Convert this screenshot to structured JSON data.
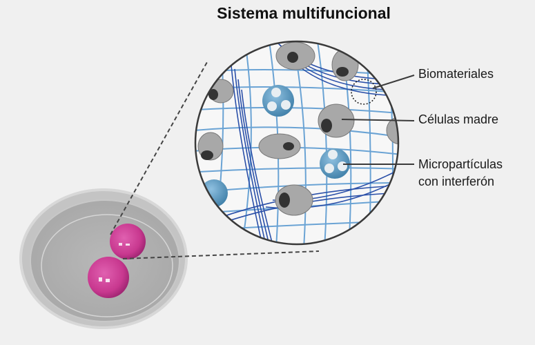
{
  "title": "Sistema multifuncional",
  "labels": {
    "biomaterials": "Biomateriales",
    "stem_cells": "Células madre",
    "microparticles_line1": "Micropartículas",
    "microparticles_line2": "con interferón"
  },
  "colors": {
    "background": "#f0f0f0",
    "fiber_light": "#6aa3d4",
    "fiber_dark": "#2a4fa8",
    "cell_body": "#a8a8a8",
    "cell_nucleus": "#333333",
    "microparticle": "#5a95be",
    "hydrogel_bead": "#c8388f"
  },
  "illustration": {
    "petri_dish_beads": 2,
    "zoom_circle": "magnified view of hydrogel bead"
  }
}
